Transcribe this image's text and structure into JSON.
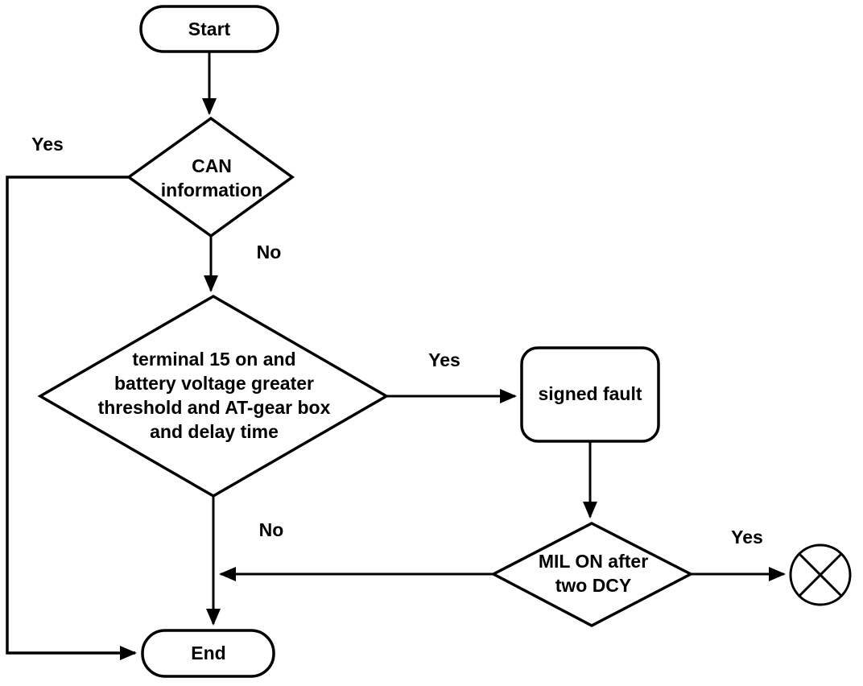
{
  "flowchart": {
    "colors": {
      "line": "#000000",
      "background": "#ffffff",
      "shape_fill": "#ffffff"
    },
    "nodes": {
      "start": {
        "type": "terminator",
        "label": "Start"
      },
      "can": {
        "type": "decision",
        "label": "CAN\ninformation"
      },
      "condition": {
        "type": "decision",
        "label": "terminal 15 on and\nbattery voltage greater\nthreshold and AT-gear box\nand delay time"
      },
      "signed_fault": {
        "type": "process",
        "label": "signed fault"
      },
      "mil": {
        "type": "decision",
        "label": "MIL ON after\ntwo DCY"
      },
      "end": {
        "type": "terminator",
        "label": "End"
      },
      "mil_yes_end": {
        "type": "crossed-circle-terminator"
      }
    },
    "edge_labels": {
      "can_yes": "Yes",
      "can_no": "No",
      "condition_yes": "Yes",
      "condition_no": "No",
      "mil_yes": "Yes"
    }
  }
}
